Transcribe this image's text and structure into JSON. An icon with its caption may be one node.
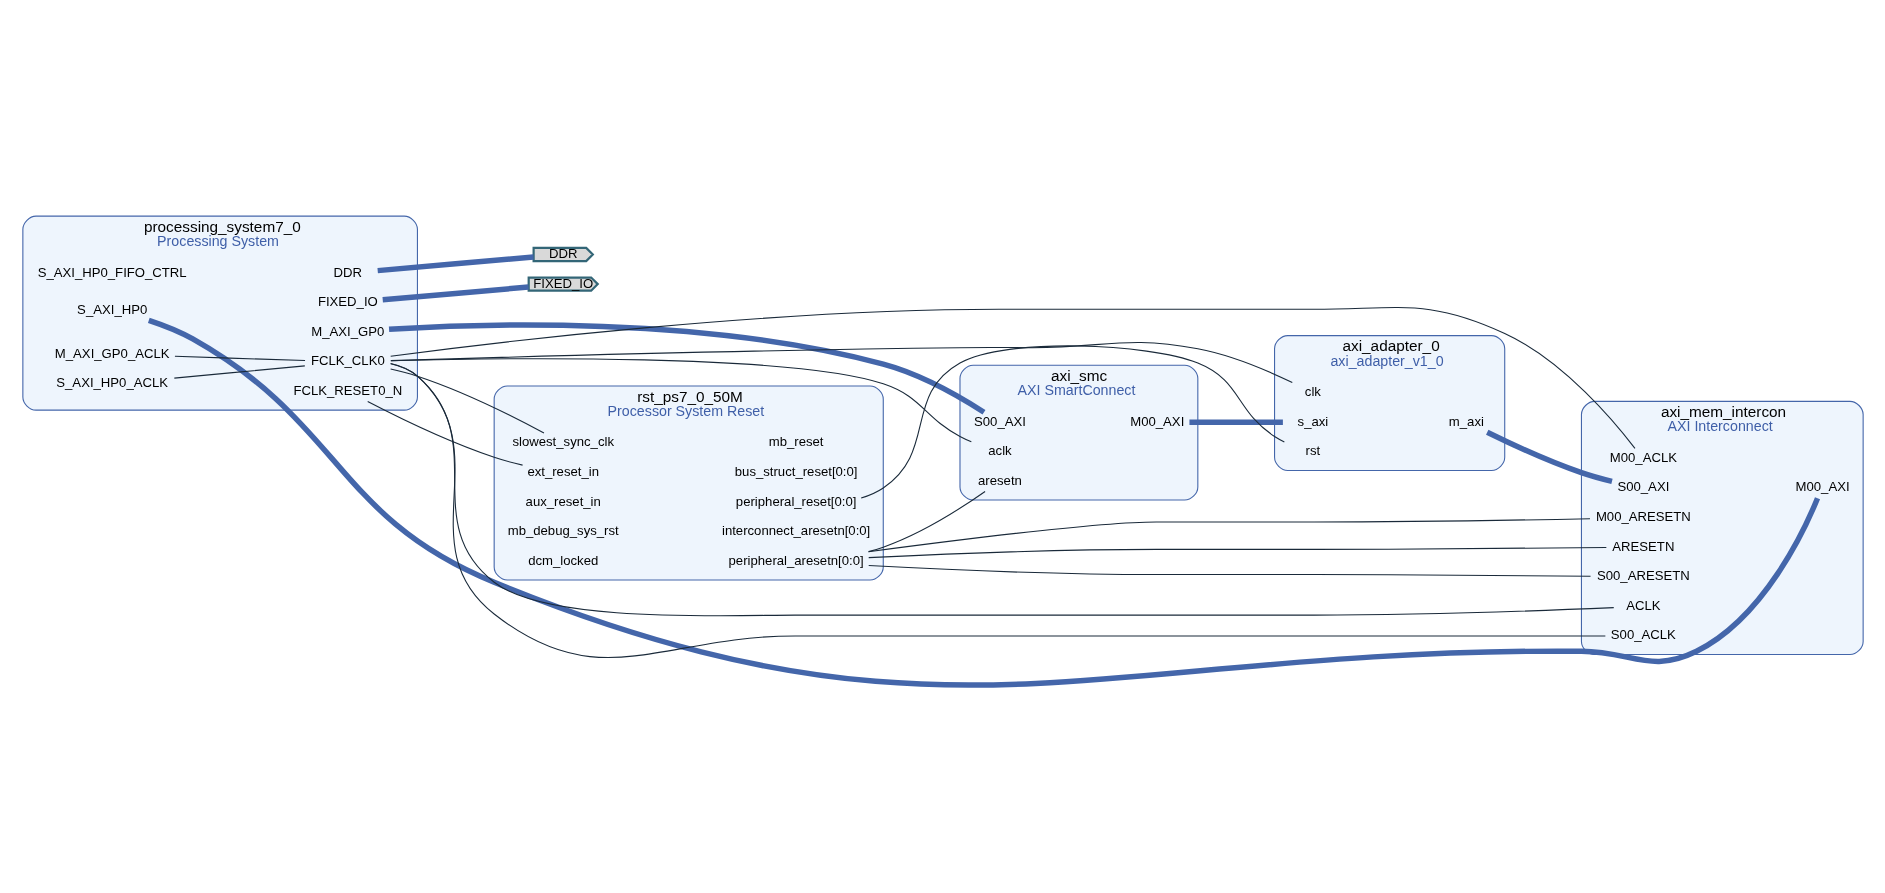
{
  "diagram": {
    "nodes": [
      {
        "text": [
          "axi_adapter_0",
          "axi_adapter_v1_0"
        ]
      },
      {
        "text": [
          "s_axi"
        ],
        "in": 0
      },
      {
        "text": [
          "clk"
        ],
        "in": 0
      },
      {
        "text": [
          "rst"
        ],
        "in": 0
      },
      {
        "text": [
          "m_axi"
        ],
        "in": 0
      },
      {
        "text": [
          "axi_mem_intercon",
          "AXI Interconnect"
        ]
      },
      {
        "text": [
          "S00_AXI"
        ],
        "in": 5
      },
      {
        "text": [
          "ACLK"
        ],
        "in": 5
      },
      {
        "text": [
          "ARESETN"
        ],
        "in": 5
      },
      {
        "text": [
          "S00_ACLK"
        ],
        "in": 5
      },
      {
        "text": [
          "S00_ARESETN"
        ],
        "in": 5
      },
      {
        "text": [
          "M00_ACLK"
        ],
        "in": 5
      },
      {
        "text": [
          "M00_ARESETN"
        ],
        "in": 5
      },
      {
        "text": [
          "M00_AXI"
        ],
        "in": 5
      },
      {
        "text": [
          "axi_smc",
          "AXI SmartConnect"
        ]
      },
      {
        "text": [
          "S00_AXI"
        ],
        "in": 14
      },
      {
        "text": [
          "aclk"
        ],
        "in": 14
      },
      {
        "text": [
          "aresetn"
        ],
        "in": 14
      },
      {
        "text": [
          "M00_AXI"
        ],
        "in": 14
      },
      {
        "text": [
          "processing_system7_0",
          "Processing System"
        ]
      },
      {
        "text": [
          "S_AXI_HP0_FIFO_CTRL"
        ],
        "in": 19
      },
      {
        "text": [
          "S_AXI_HP0"
        ],
        "in": 19
      },
      {
        "text": [
          "M_AXI_GP0_ACLK"
        ],
        "in": 19
      },
      {
        "text": [
          "S_AXI_HP0_ACLK"
        ],
        "in": 19
      },
      {
        "text": [
          "DDR"
        ],
        "in": 19
      },
      {
        "text": [
          "FIXED_IO"
        ],
        "in": 19
      },
      {
        "text": [
          "M_AXI_GP0"
        ],
        "in": 19
      },
      {
        "text": [
          "FCLK_CLK0"
        ],
        "in": 19
      },
      {
        "text": [
          "FCLK_RESET0_N"
        ],
        "in": 19
      },
      {
        "text": [
          "rst_ps7_0_50M",
          "Processor System Reset"
        ]
      },
      {
        "text": [
          "slowest_sync_clk"
        ],
        "in": 29
      },
      {
        "text": [
          "ext_reset_in"
        ],
        "in": 29
      },
      {
        "text": [
          "aux_reset_in"
        ],
        "in": 29
      },
      {
        "text": [
          "mb_debug_sys_rst"
        ],
        "in": 29
      },
      {
        "text": [
          "dcm_locked"
        ],
        "in": 29
      },
      {
        "text": [
          "mb_reset"
        ],
        "in": 29
      },
      {
        "text": [
          "bus_struct_reset[0:0]"
        ],
        "in": 29
      },
      {
        "text": [
          "peripheral_reset[0:0]"
        ],
        "in": 29
      },
      {
        "text": [
          "interconnect_aresetn[0:0]"
        ],
        "in": 29
      },
      {
        "text": [
          "peripheral_aresetn[0:0]"
        ],
        "in": 29
      },
      {
        "text": [
          "DDR"
        ]
      },
      {
        "text": [
          "FIXED_IO"
        ]
      }
    ],
    "edges": [
      {
        "from": 4,
        "to": 6,
        "arrow": "none",
        "style": "thick",
        "color": "#4466aa"
      },
      {
        "from": 13,
        "to": 21,
        "arrow": "none",
        "style": "thick",
        "color": "#4466aa"
      },
      {
        "from": 18,
        "to": 1,
        "arrow": "none",
        "style": "thick",
        "color": "#4466aa"
      },
      {
        "from": 26,
        "to": 15,
        "arrow": "none",
        "style": "thick",
        "color": "#4466aa"
      },
      {
        "from": 24,
        "to": 40,
        "arrow": "none",
        "style": "thick",
        "color": "#4466aa"
      },
      {
        "from": 25,
        "to": 41,
        "arrow": "none",
        "style": "thick",
        "color": "#4466aa"
      },
      {
        "from": 27,
        "to": 2,
        "arrow": "none"
      },
      {
        "from": 27,
        "to": 7,
        "arrow": "none"
      },
      {
        "from": 27,
        "to": 9,
        "arrow": "none"
      },
      {
        "from": 27,
        "to": 11,
        "arrow": "none"
      },
      {
        "from": 27,
        "to": 16,
        "arrow": "none"
      },
      {
        "from": 27,
        "to": 22,
        "arrow": "none"
      },
      {
        "from": 27,
        "to": 23,
        "arrow": "none"
      },
      {
        "from": 27,
        "to": 30,
        "arrow": "none"
      },
      {
        "from": 28,
        "to": 31,
        "arrow": "none"
      },
      {
        "from": 37,
        "to": 3,
        "arrow": "none"
      },
      {
        "from": 39,
        "to": 8,
        "arrow": "none"
      },
      {
        "from": 39,
        "to": 10,
        "arrow": "none"
      },
      {
        "from": 39,
        "to": 12,
        "arrow": "none"
      },
      {
        "from": 39,
        "to": 17,
        "arrow": "none"
      }
    ]
  }
}
